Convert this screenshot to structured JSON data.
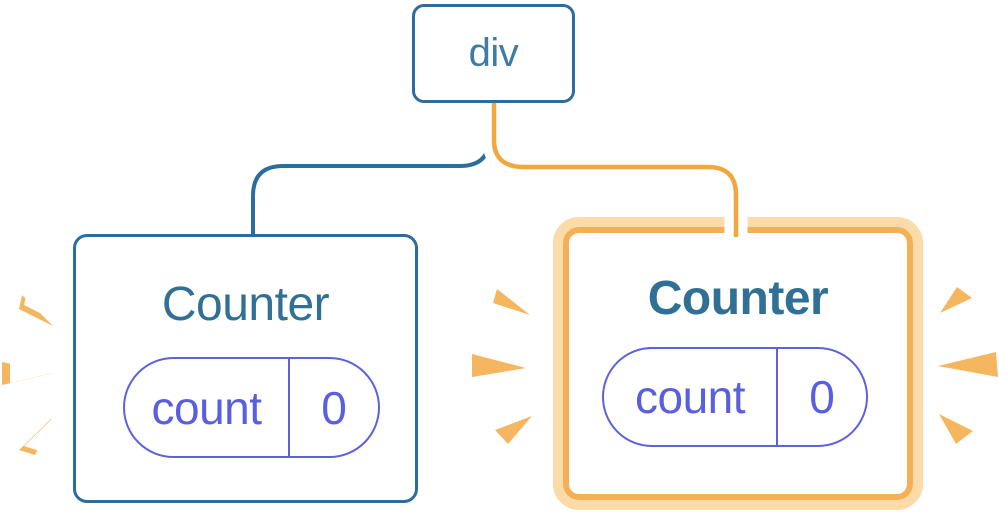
{
  "diagram": {
    "description": "React component tree: a div root with two Counter children; the right Counter is highlighted as re-created with sparks",
    "root_node": {
      "label": "div"
    },
    "children": [
      {
        "label": "Counter",
        "highlighted": false,
        "state": {
          "key": "count",
          "value": "0"
        }
      },
      {
        "label": "Counter",
        "highlighted": true,
        "state": {
          "key": "count",
          "value": "0"
        }
      }
    ]
  },
  "colors": {
    "background": "#ffffff",
    "node_border_blue": "#2d6d9e",
    "node_text_blue": "#3e7ca6",
    "title_teal": "#2f7094",
    "pill_border_purple": "#5c62dc",
    "pill_text_purple": "#5a5fe0",
    "wire_orange": "#f0a73f",
    "highlight_border_outer": "#fbdca8",
    "highlight_border_inner": "#f4b057",
    "spark_orange": "#f6b65f",
    "spark_white": "#ffffff"
  }
}
